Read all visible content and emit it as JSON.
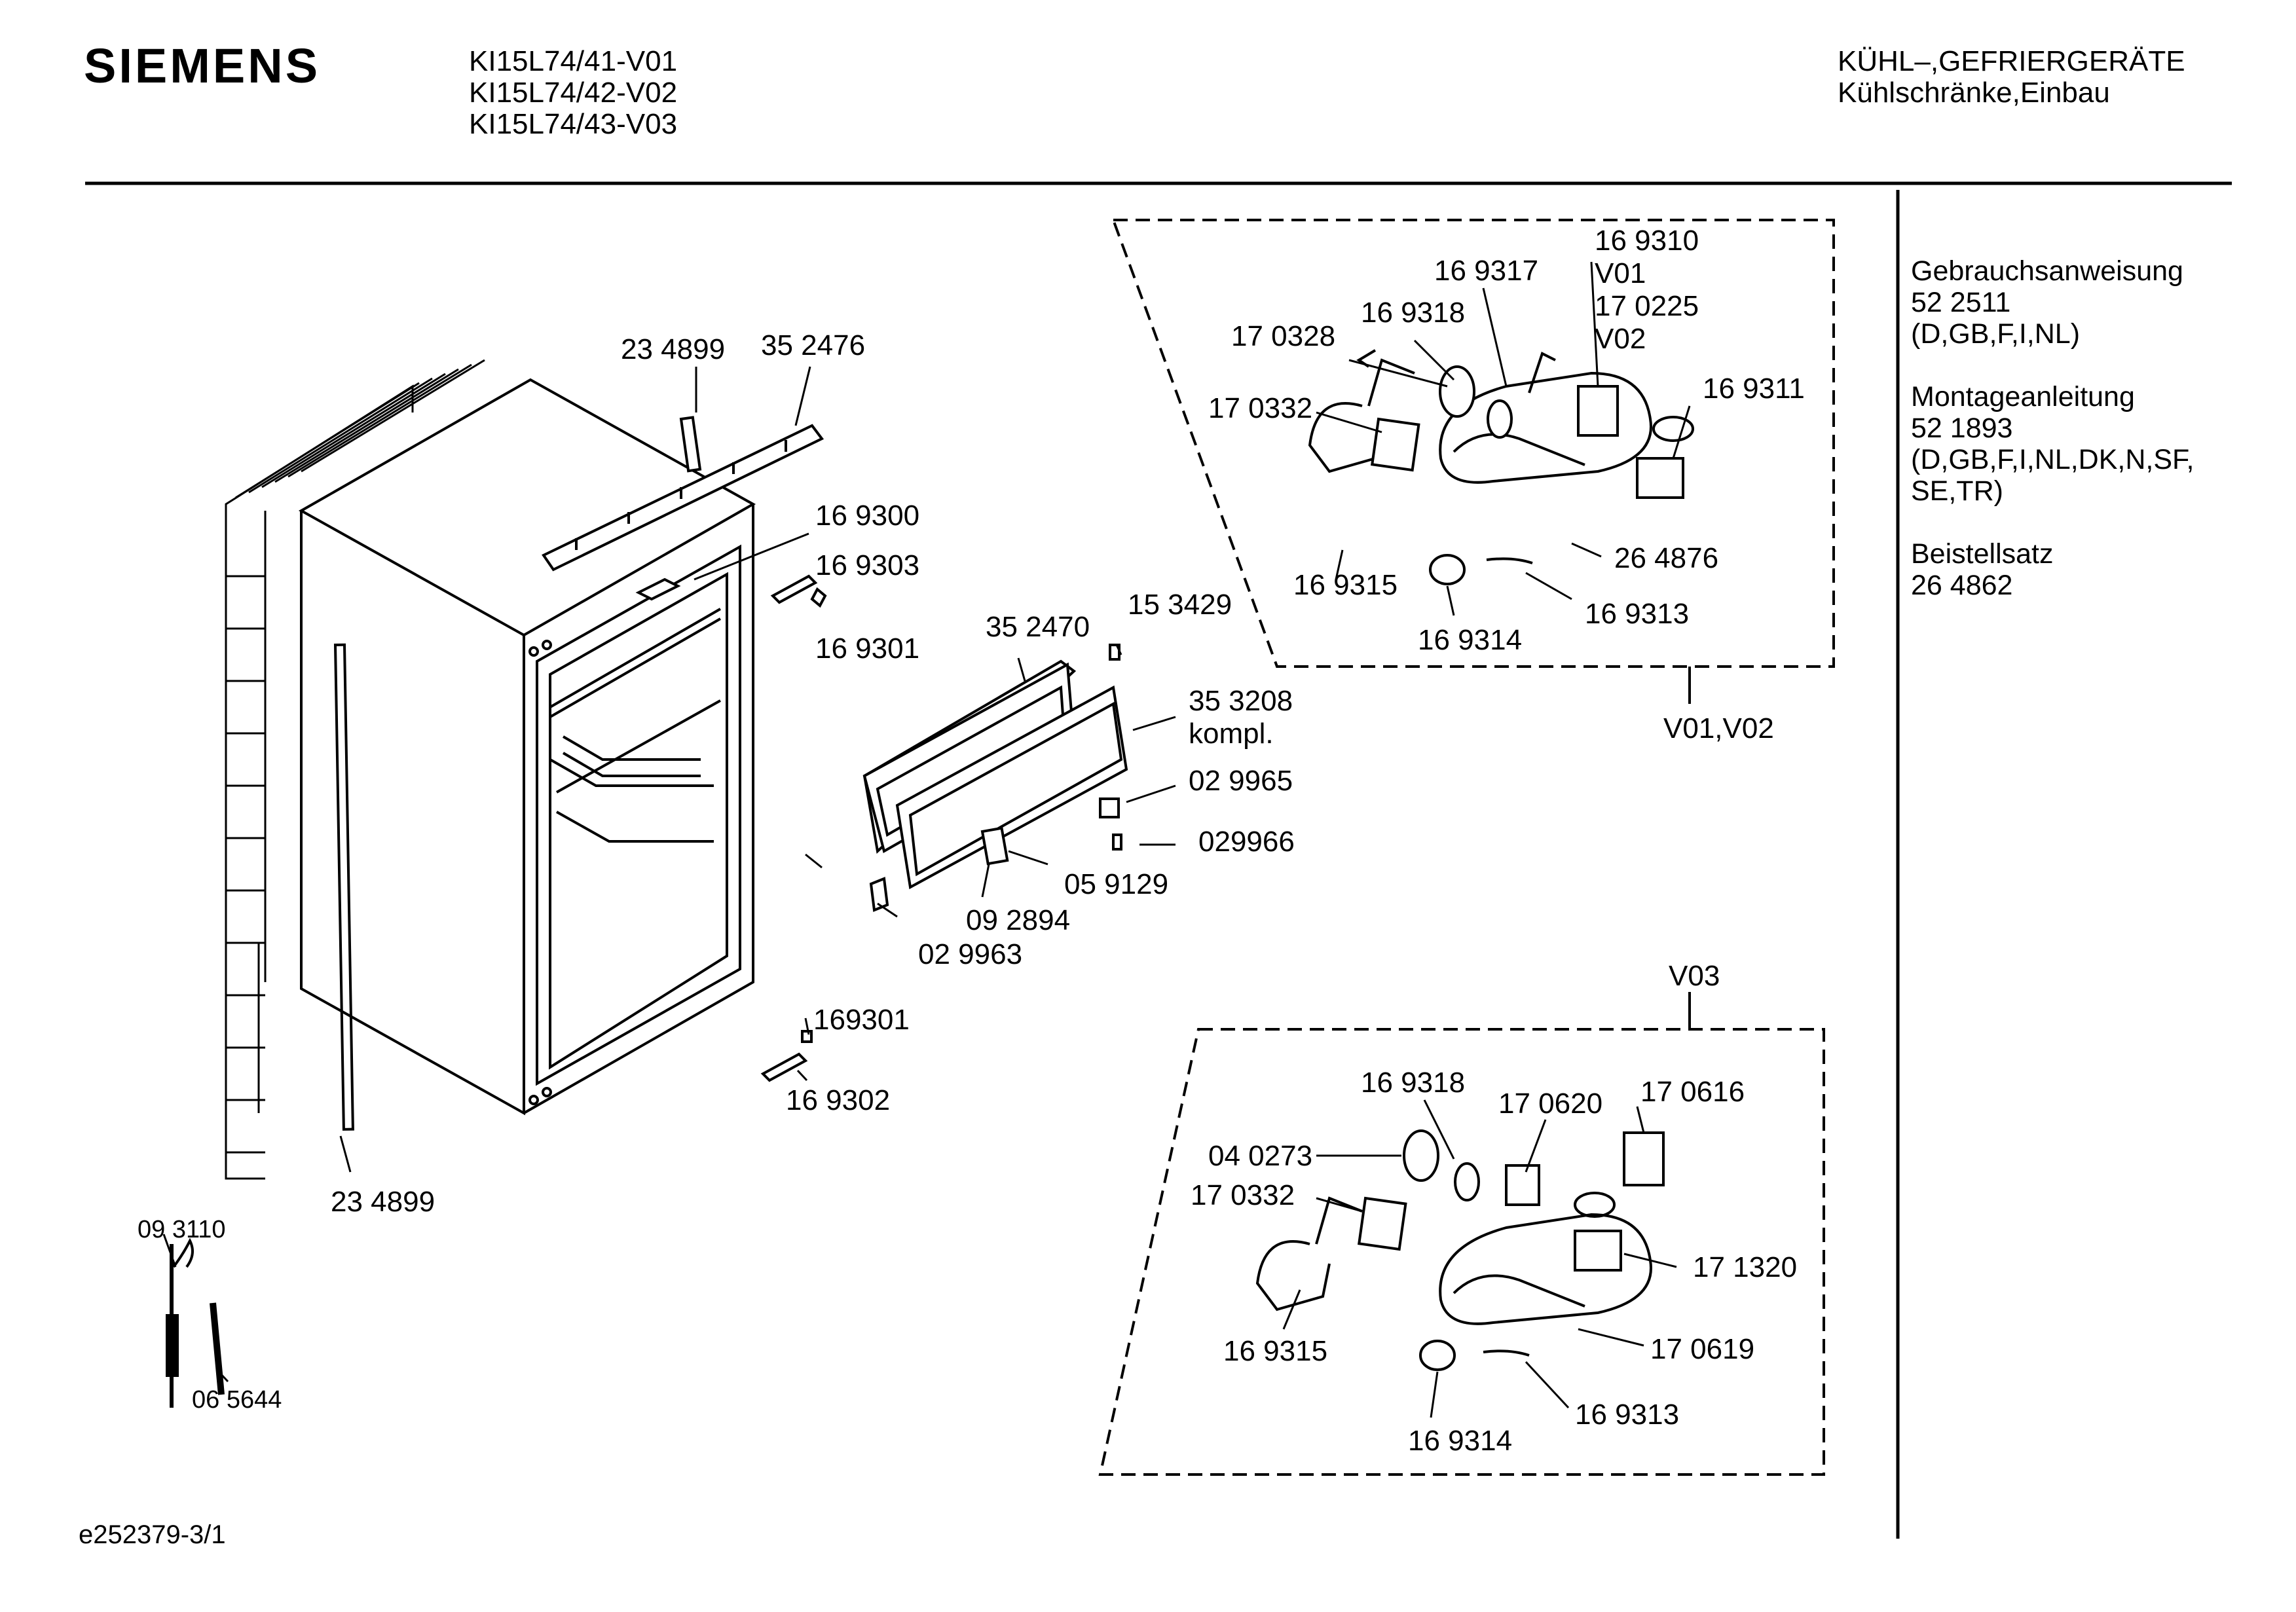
{
  "header": {
    "brand": "SIEMENS",
    "models": [
      "KI15L74/41-V01",
      "KI15L74/42-V02",
      "KI15L74/43-V03"
    ],
    "category_line1": "KÜHL–,GEFRIERGERÄTE",
    "category_line2": "Kühlschränke,Einbau"
  },
  "sidebar": {
    "manual_title": "Gebrauchsanweisung",
    "manual_number": "52 2511",
    "manual_langs": "(D,GB,F,I,NL)",
    "install_title": "Montageanleitung",
    "install_number": "52 1893",
    "install_langs_1": "(D,GB,F,I,NL,DK,N,SF,",
    "install_langs_2": "SE,TR)",
    "kit_title": "Beistellsatz",
    "kit_number": "26 4862"
  },
  "footer": {
    "drawing_code": "e252379-3/1"
  },
  "parts": {
    "p234899_top": "23 4899",
    "p352476": "35 2476",
    "p169300": "16 9300",
    "p169303": "16 9303",
    "p169301": "16 9301",
    "p352470": "35 2470",
    "p153429": "15 3429",
    "p353208": "35 3208",
    "p353208_note": "kompl.",
    "p029965": "02 9965",
    "p029966": "029966",
    "p059129": "05 9129",
    "p092894": "09 2894",
    "p029963": "02 9963",
    "p169301b": "169301",
    "p169302": "16 9302",
    "p234899_bottom": "23 4899",
    "p093110": "09 3110",
    "p065644": "06 5644"
  },
  "inset_v01_v02": {
    "caption": "V01,V02",
    "p169310": "16 9310",
    "v01": "V01",
    "p170225": "17 0225",
    "v02": "V02",
    "p169317": "16 9317",
    "p169318": "16 9318",
    "p170328": "17 0328",
    "p170332": "17 0332",
    "p169311": "16 9311",
    "p264876": "26 4876",
    "p169315": "16 9315",
    "p169313": "16 9313",
    "p169314": "16 9314"
  },
  "inset_v03": {
    "caption": "V03",
    "p169318": "16 9318",
    "p170620": "17 0620",
    "p170616": "17 0616",
    "p040273": "04 0273",
    "p170332": "17 0332",
    "p171320": "17 1320",
    "p169315": "16 9315",
    "p170619": "17 0619",
    "p169313": "16 9313",
    "p169314": "16 9314"
  }
}
